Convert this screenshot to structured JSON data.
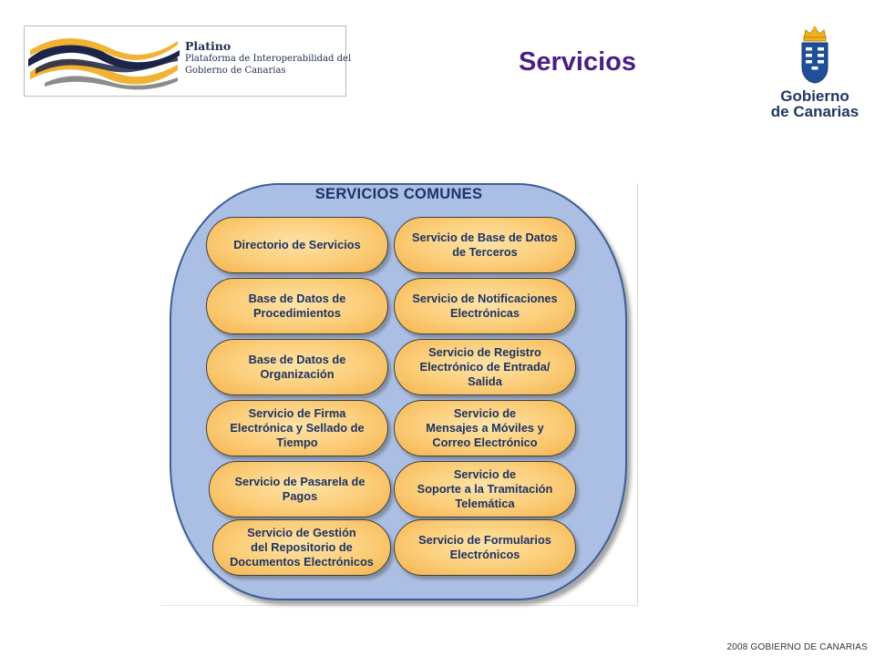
{
  "platino": {
    "name": "Platino",
    "line1": "Plataforma de Interoperabilidad del",
    "line2": "Gobierno de Canarias"
  },
  "title": "Servicios",
  "gobierno": {
    "line1": "Gobierno",
    "line2": "de Canarias"
  },
  "diagram": {
    "heading": "SERVICIOS COMUNES",
    "left": [
      {
        "l1": "Directorio de Servicios",
        "l2": "",
        "l3": ""
      },
      {
        "l1": "Base de Datos de",
        "l2": "Procedimientos",
        "l3": ""
      },
      {
        "l1": "Base de Datos de",
        "l2": "Organización",
        "l3": ""
      },
      {
        "l1": "Servicio de Firma",
        "l2": "Electrónica y Sellado de",
        "l3": "Tiempo"
      },
      {
        "l1": "Servicio de Pasarela de",
        "l2": "Pagos",
        "l3": ""
      },
      {
        "l1": "Servicio de Gestión",
        "l2": "del Repositorio de",
        "l3": "Documentos Electrónicos"
      }
    ],
    "right": [
      {
        "l1": "Servicio de Base de Datos",
        "l2": "de Terceros",
        "l3": ""
      },
      {
        "l1": "Servicio de Notificaciones",
        "l2": "Electrónicas",
        "l3": ""
      },
      {
        "l1": "Servicio de Registro",
        "l2": "Electrónico de Entrada/",
        "l3": "Salida"
      },
      {
        "l1": "Servicio de",
        "l2": "Mensajes a Móviles y",
        "l3": "Correo Electrónico"
      },
      {
        "l1": "Servicio de",
        "l2": "Soporte a la Tramitación",
        "l3": "Telemática"
      },
      {
        "l1": "Servicio de Formularios",
        "l2": "Electrónicos",
        "l3": ""
      }
    ]
  },
  "footer": "2008 GOBIERNO DE CANARIAS"
}
